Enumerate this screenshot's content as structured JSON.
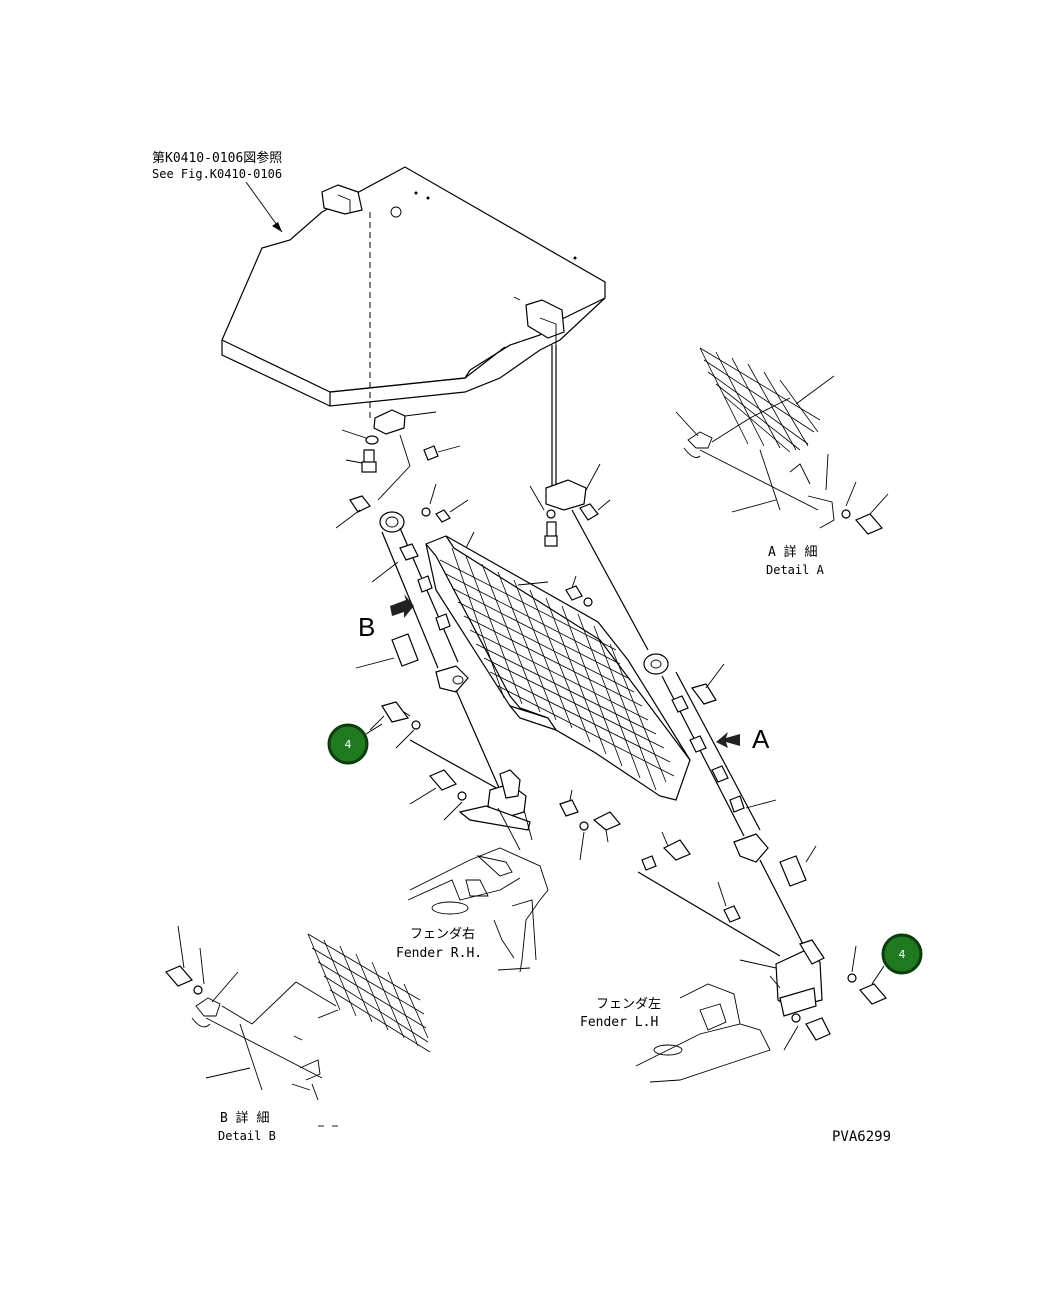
{
  "reference": {
    "jp": "第K0410-0106図参照",
    "en": "See Fig.K0410-0106"
  },
  "detail_a": {
    "jp": "A 詳 細",
    "en": "Detail A"
  },
  "detail_b": {
    "jp": "B 詳 細",
    "en": "Detail B"
  },
  "fender_rh": {
    "jp": "フェンダ右",
    "en": "Fender R.H."
  },
  "fender_lh": {
    "jp": "フェンダ左",
    "en": "Fender L.H"
  },
  "view_arrows": {
    "a": "A",
    "b": "B"
  },
  "callouts": [
    {
      "number": "4"
    },
    {
      "number": "4"
    }
  ],
  "drawing_code": "PVA6299",
  "colors": {
    "callout_fill": "#1f7a1f",
    "line": "#000000"
  }
}
